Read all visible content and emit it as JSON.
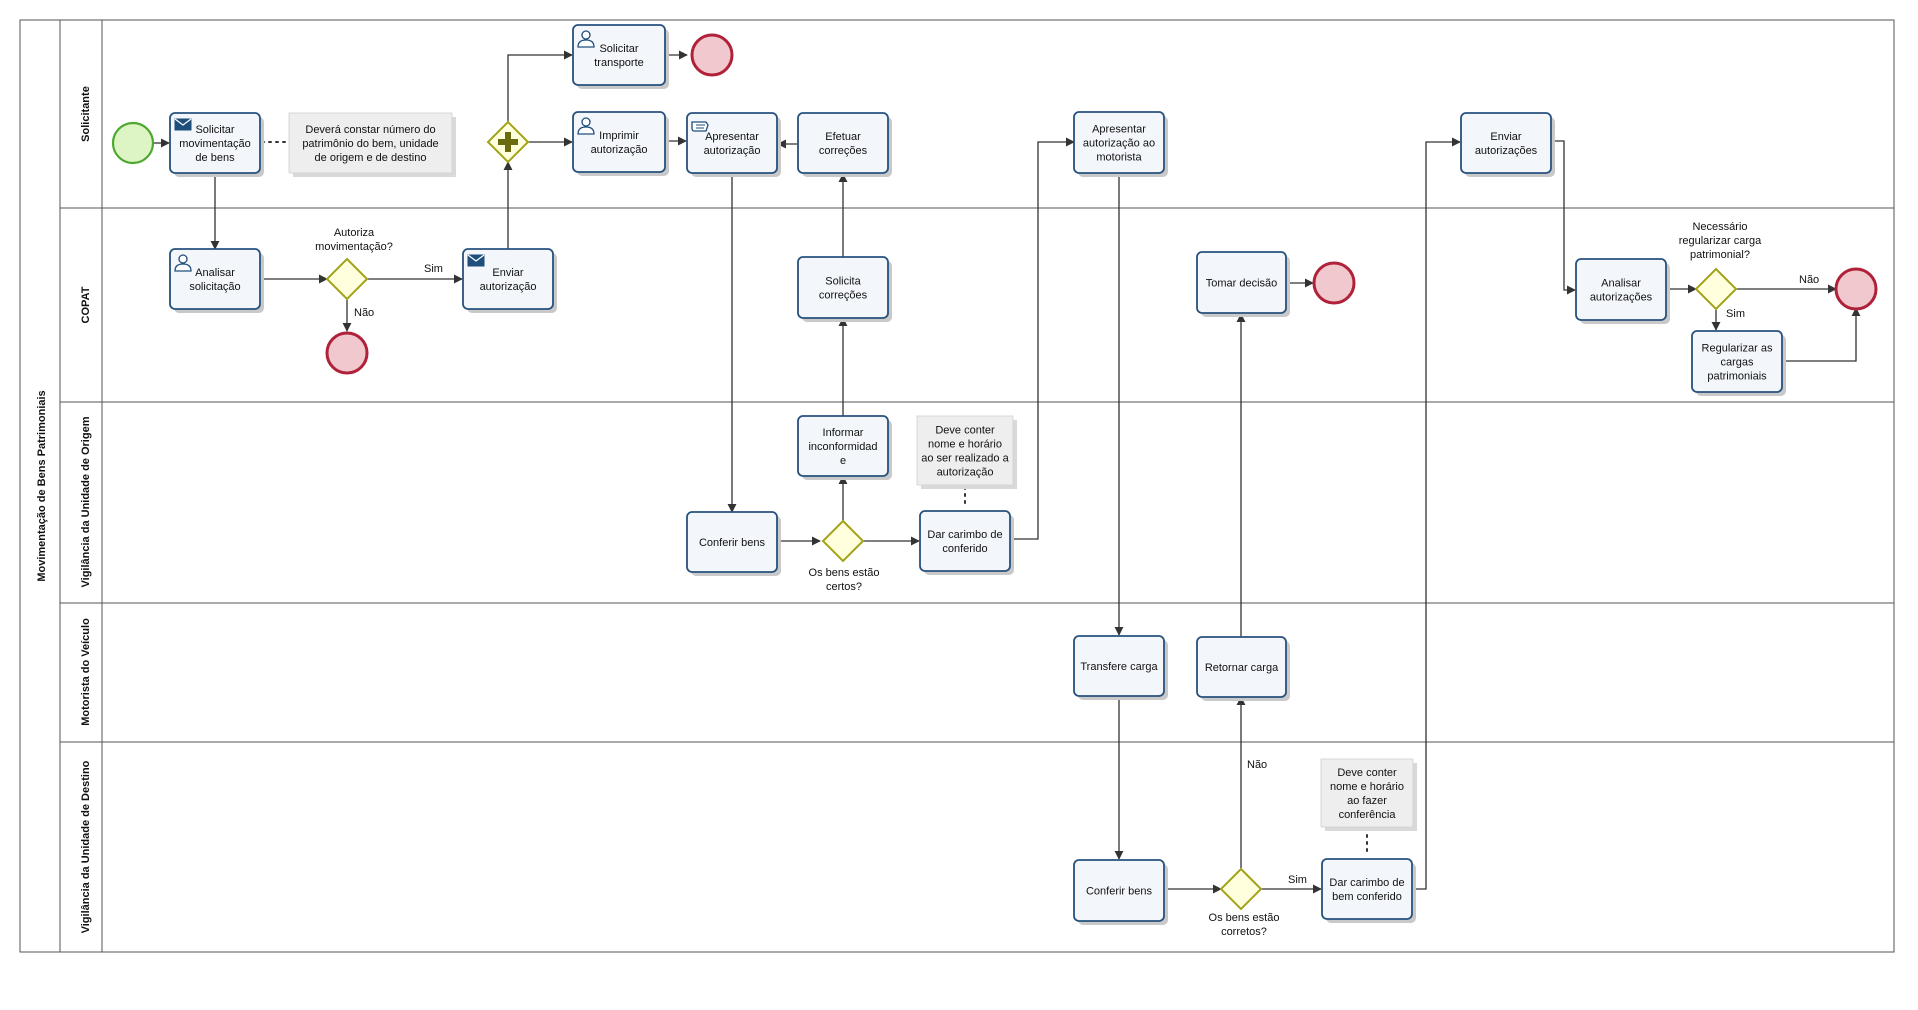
{
  "pool": {
    "name": "Movimentação de Bens Patrimoniais"
  },
  "lanes": [
    "Solicitante",
    "COPAT",
    "Vigilância da Unidade de Origem",
    "Motorista do Veículo",
    "Vigilância da Unidade de Destino"
  ],
  "tasks": {
    "solicitar_mov": [
      "Solicitar",
      "movimentação",
      "de bens"
    ],
    "solicitar_transp": [
      "Solicitar",
      "transporte"
    ],
    "imprimir": [
      "Imprimir",
      "autorização"
    ],
    "apresentar": [
      "Apresentar",
      "autorização"
    ],
    "efetuar": [
      "Efetuar",
      "correções"
    ],
    "apresentar_mot": [
      "Apresentar",
      "autorização ao",
      "motorista"
    ],
    "enviar_auts": [
      "Enviar",
      "autorizações"
    ],
    "analisar_sol": [
      "Analisar",
      "solicitação"
    ],
    "enviar_aut": [
      "Enviar",
      "autorização"
    ],
    "solicita_corr": [
      "Solicita",
      "correções"
    ],
    "tomar": [
      "Tomar decisão"
    ],
    "analisar_auts": [
      "Analisar",
      "autorizações"
    ],
    "regularizar": [
      "Regularizar as",
      "cargas",
      "patrimoniais"
    ],
    "informar": [
      "Informar",
      "inconformidad",
      "e"
    ],
    "conferir_origem": [
      "Conferir bens"
    ],
    "carimbo_origem": [
      "Dar carimbo de",
      "conferido"
    ],
    "transfere": [
      "Transfere carga"
    ],
    "retornar": [
      "Retornar carga"
    ],
    "conferir_destino": [
      "Conferir bens"
    ],
    "carimbo_destino": [
      "Dar carimbo de",
      "bem conferido"
    ]
  },
  "annotations": {
    "numero_patrimonio": [
      "Deverá constar número do",
      "patrimônio do bem, unidade",
      "de origem e de destino"
    ],
    "nome_horario_origem": [
      "Deve conter",
      "nome e horário",
      "ao ser realizado a",
      "autorização"
    ],
    "nome_horario_destino": [
      "Deve conter",
      "nome e horário",
      "ao fazer",
      "conferência"
    ]
  },
  "gateways": {
    "autoriza": [
      "Autoriza",
      "movimentação?"
    ],
    "bens_certos": [
      "Os bens estão",
      "certos?"
    ],
    "bens_corretos": [
      "Os bens estão",
      "corretos?"
    ],
    "regularizar_carga": [
      "Necessário",
      "regularizar carga",
      "patrimonial?"
    ]
  },
  "flow_labels": {
    "sim": "Sim",
    "nao": "Não"
  }
}
